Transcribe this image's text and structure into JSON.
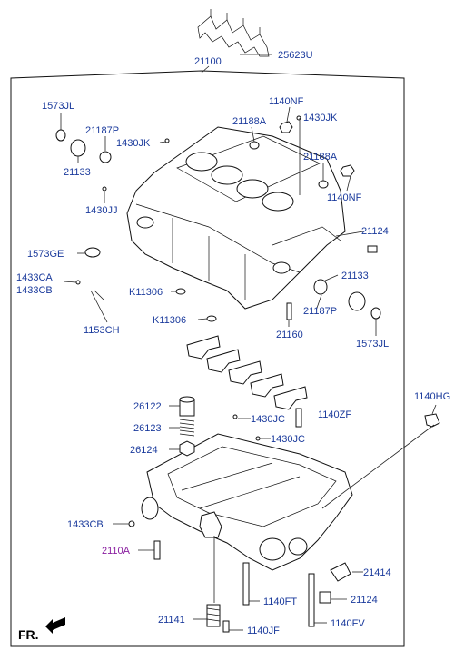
{
  "labels": {
    "p25623U": "25623U",
    "p21100": "21100",
    "p1573JL_top": "1573JL",
    "p1140NF_top": "1140NF",
    "p1430JK_top": "1430JK",
    "p21187P_top": "21187P",
    "p21188A_top": "21188A",
    "p1430JK_left": "1430JK",
    "p21133_left": "21133",
    "p21188A_right": "21188A",
    "p1140NF_right": "1140NF",
    "p1430JJ": "1430JJ",
    "p21124_upper": "21124",
    "p1573GE": "1573GE",
    "p1433CA": "1433CA",
    "p1433CB_upper": "1433CB",
    "p21133_right": "21133",
    "pK11306_a": "K11306",
    "p21187P_right": "21187P",
    "pK11306_b": "K11306",
    "p1153CH": "1153CH",
    "p21160": "21160",
    "p1573JL_bottom": "1573JL",
    "p1140HG": "1140HG",
    "p26122": "26122",
    "p1430JC_a": "1430JC",
    "p1140ZF": "1140ZF",
    "p26123": "26123",
    "p1430JC_b": "1430JC",
    "p26124": "26124",
    "p1433CB_lower": "1433CB",
    "p2110A": "2110A",
    "p21414": "21414",
    "p1140FT": "1140FT",
    "p21124_lower": "21124",
    "p21141": "21141",
    "p1140JF": "1140JF",
    "p1140FV": "1140FV"
  },
  "direction_marker": "FR.",
  "colors": {
    "label_blue": "#1a3a9c",
    "label_purple": "#8a1fa0",
    "line": "#111111"
  }
}
